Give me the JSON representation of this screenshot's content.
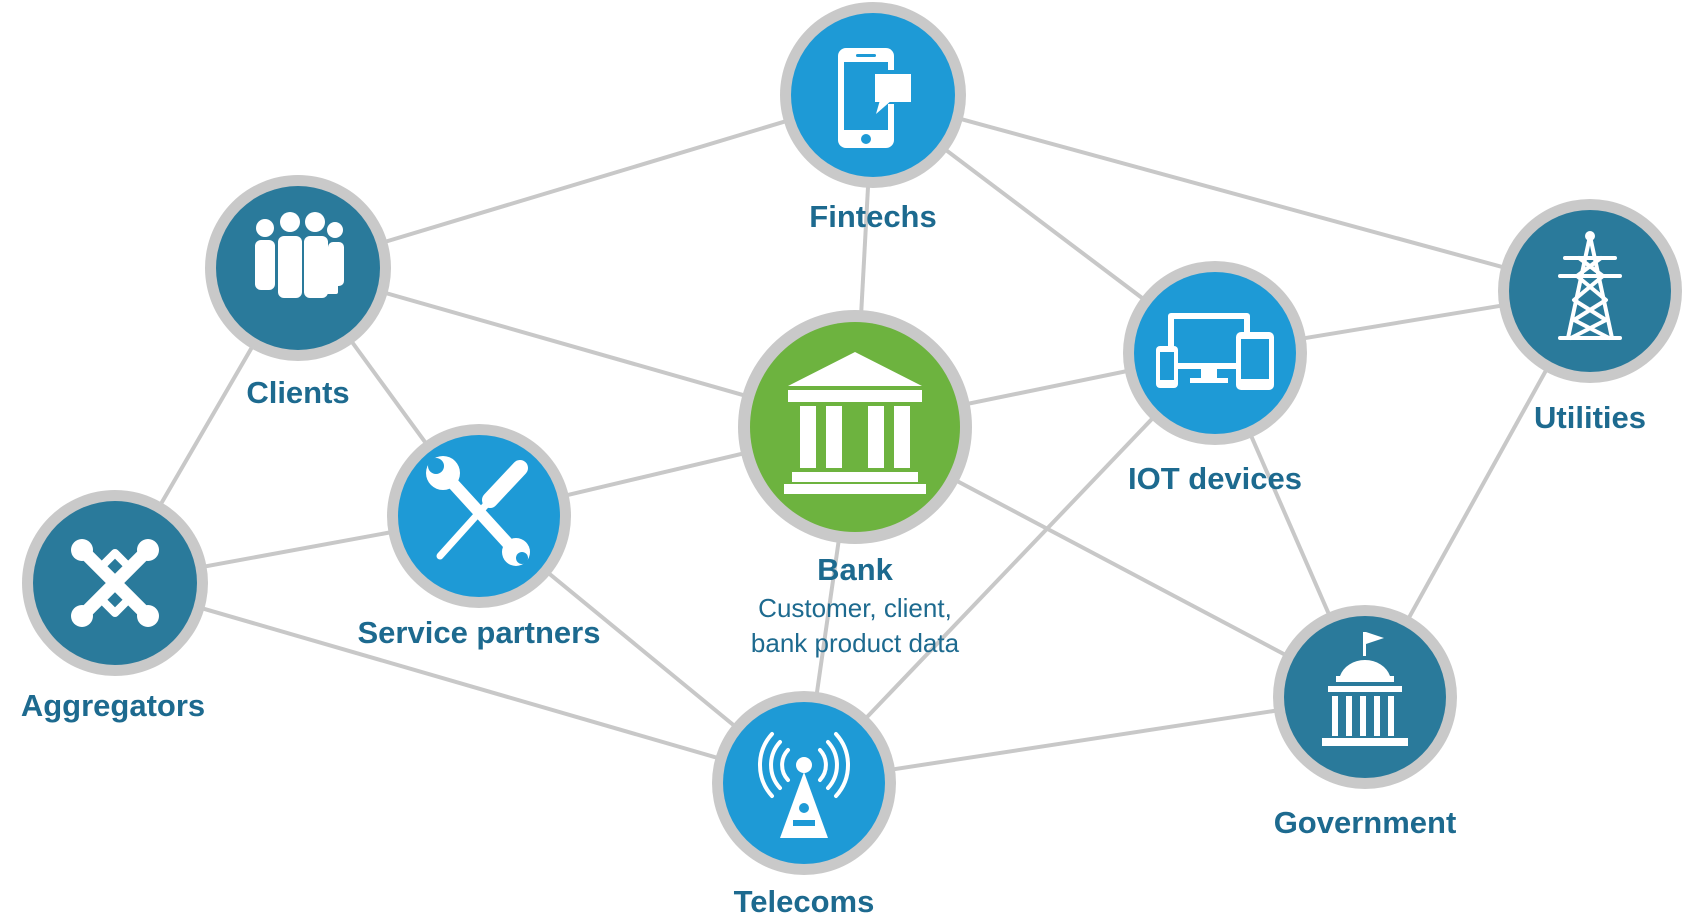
{
  "colors": {
    "dark_node": "#2a7a9b",
    "light_node": "#1e9ad6",
    "center_node": "#6db33f",
    "ring": "#c9c9c9",
    "edge": "#c8c8c8",
    "label": "#1d6a8f"
  },
  "nodes": [
    {
      "id": "fintechs",
      "label": "Fintechs",
      "icon": "smartphone-chat-icon",
      "style": "light"
    },
    {
      "id": "clients",
      "label": "Clients",
      "icon": "people-group-icon",
      "style": "dark"
    },
    {
      "id": "bank",
      "label": "Bank",
      "sub1": "Customer, client,",
      "sub2": "bank product data",
      "icon": "bank-building-icon",
      "style": "center"
    },
    {
      "id": "iot",
      "label": "IOT devices",
      "icon": "devices-icon",
      "style": "light"
    },
    {
      "id": "utilities",
      "label": "Utilities",
      "icon": "power-tower-icon",
      "style": "dark"
    },
    {
      "id": "service_partners",
      "label": "Service partners",
      "icon": "wrench-screwdriver-icon",
      "style": "light"
    },
    {
      "id": "aggregators",
      "label": "Aggregators",
      "icon": "joomla-icon",
      "style": "dark"
    },
    {
      "id": "telecoms",
      "label": "Telecoms",
      "icon": "antenna-icon",
      "style": "light"
    },
    {
      "id": "government",
      "label": "Government",
      "icon": "capitol-icon",
      "style": "dark"
    }
  ],
  "edges": [
    [
      "fintechs",
      "clients"
    ],
    [
      "fintechs",
      "utilities"
    ],
    [
      "fintechs",
      "iot"
    ],
    [
      "fintechs",
      "bank"
    ],
    [
      "clients",
      "bank"
    ],
    [
      "clients",
      "service_partners"
    ],
    [
      "clients",
      "aggregators"
    ],
    [
      "bank",
      "service_partners"
    ],
    [
      "bank",
      "iot"
    ],
    [
      "bank",
      "telecoms"
    ],
    [
      "bank",
      "government"
    ],
    [
      "iot",
      "utilities"
    ],
    [
      "iot",
      "government"
    ],
    [
      "iot",
      "telecoms"
    ],
    [
      "utilities",
      "government"
    ],
    [
      "service_partners",
      "aggregators"
    ],
    [
      "service_partners",
      "telecoms"
    ],
    [
      "aggregators",
      "telecoms"
    ],
    [
      "telecoms",
      "government"
    ]
  ]
}
